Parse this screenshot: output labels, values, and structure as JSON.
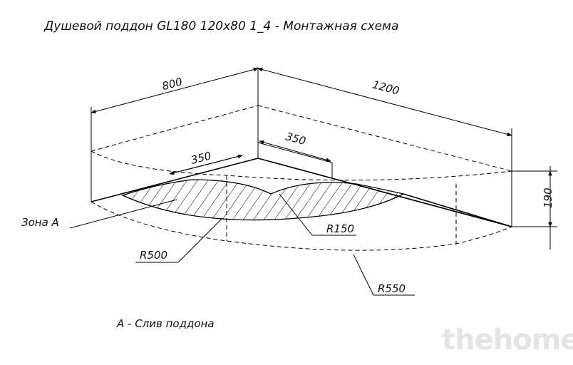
{
  "title": "Душевой поддон GL180 120х80 1_4 - Монтажная схема",
  "dimensions": {
    "width_back": "800",
    "length_back": "1200",
    "drain_offset_left": "350",
    "drain_offset_right": "350",
    "height": "190"
  },
  "callouts": {
    "zone": "Зона А",
    "r150": "R150",
    "r500": "R500",
    "r550": "R550"
  },
  "legend": "А - Слив поддона",
  "watermark": "thehome"
}
